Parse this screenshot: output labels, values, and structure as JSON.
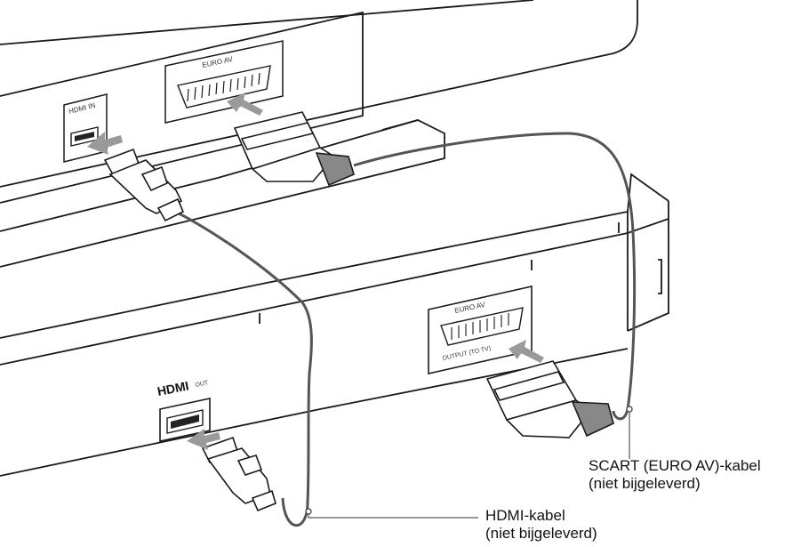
{
  "tv": {
    "hdmi_in_label": "HDMI IN",
    "euro_av_label": "EURO AV"
  },
  "player": {
    "hdmi_logo": "HDMI",
    "hdmi_out_label": "OUT",
    "euro_av_label": "EURO AV",
    "euro_av_sublabel": "OUTPUT (TO TV)"
  },
  "callouts": {
    "scart_cable": {
      "line1": "SCART (EURO AV)-kabel",
      "line2": "(niet bijgeleverd)"
    },
    "hdmi_cable": {
      "line1": "HDMI-kabel",
      "line2": "(niet bijgeleverd)"
    }
  },
  "colors": {
    "arrow": "#9a9a9a",
    "outline": "#1a1a1a",
    "cable": "#555555"
  }
}
